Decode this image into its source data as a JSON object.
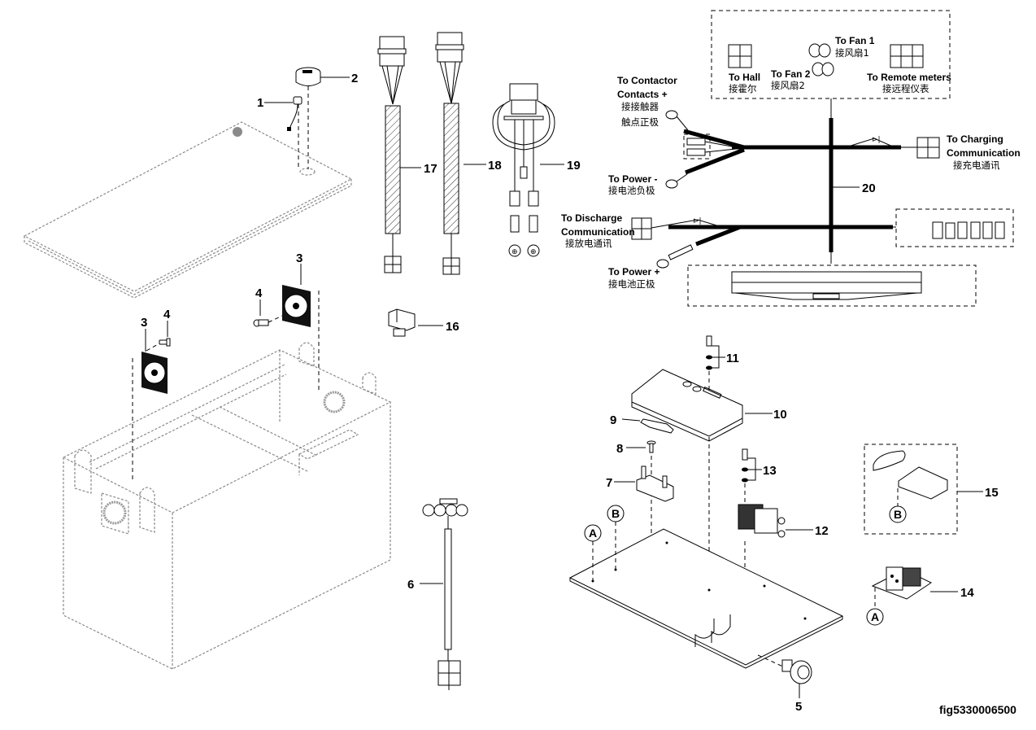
{
  "figure": {
    "id": "fig5330006500",
    "type": "exploded parts diagram - battery box assembly"
  },
  "callouts": {
    "c1": "1",
    "c2": "2",
    "c3a": "3",
    "c3b": "3",
    "c4a": "4",
    "c4b": "4",
    "c5": "5",
    "c6": "6",
    "c7": "7",
    "c8": "8",
    "c9": "9",
    "c10": "10",
    "c11": "11",
    "c12": "12",
    "c13": "13",
    "c14": "14",
    "c15": "15",
    "c16": "16",
    "c17": "17",
    "c18": "18",
    "c19": "19",
    "c20": "20"
  },
  "reference_markers": {
    "a_plate": "A",
    "b_plate": "B",
    "b_module": "B",
    "a_module": "A"
  },
  "harness_labels": {
    "to_hall": {
      "en": "To Hall",
      "zh": "接霍尔"
    },
    "to_fan1": {
      "en": "To Fan 1",
      "zh": "接风扇1"
    },
    "to_fan2": {
      "en": "To Fan 2",
      "zh": "接风扇2"
    },
    "to_remote_meters": {
      "en": "To Remote meters",
      "zh": "接远程仪表"
    },
    "to_contactor": {
      "en1": "To Contactor",
      "en2": "Contacts +",
      "zh1": "接接触器",
      "zh2": "触点正极"
    },
    "to_power_neg": {
      "en": "To Power -",
      "zh": "接电池负极"
    },
    "to_charging": {
      "en1": "To Charging",
      "en2": "Communication",
      "zh": "接充电通讯"
    },
    "to_discharge": {
      "en1": "To Discharge",
      "en2": "Communication",
      "zh": "接放电通讯"
    },
    "to_power_pos": {
      "en": "To Power +",
      "zh": "接电池正极"
    }
  }
}
